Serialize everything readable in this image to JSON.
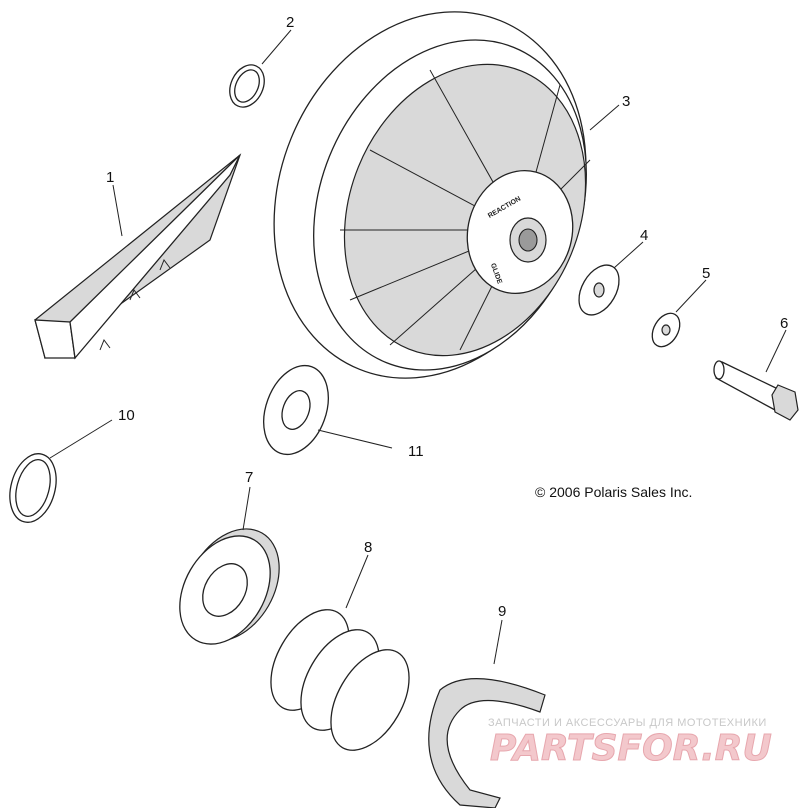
{
  "callouts": [
    {
      "id": "1",
      "label": "1"
    },
    {
      "id": "2",
      "label": "2"
    },
    {
      "id": "3",
      "label": "3"
    },
    {
      "id": "4",
      "label": "4"
    },
    {
      "id": "5",
      "label": "5"
    },
    {
      "id": "6",
      "label": "6"
    },
    {
      "id": "7",
      "label": "7"
    },
    {
      "id": "8",
      "label": "8"
    },
    {
      "id": "9",
      "label": "9"
    },
    {
      "id": "10",
      "label": "10"
    },
    {
      "id": "11",
      "label": "11"
    }
  ],
  "copyright": "© 2006 Polaris Sales Inc.",
  "hub_text": {
    "reaction": "REACTION",
    "glide": "GLIDE"
  },
  "watermark": {
    "tagline": "ЗАПЧАСТИ И АКСЕССУАРЫ ДЛЯ МОТОТЕХНИКИ",
    "brand": "PARTSFOR.RU"
  }
}
